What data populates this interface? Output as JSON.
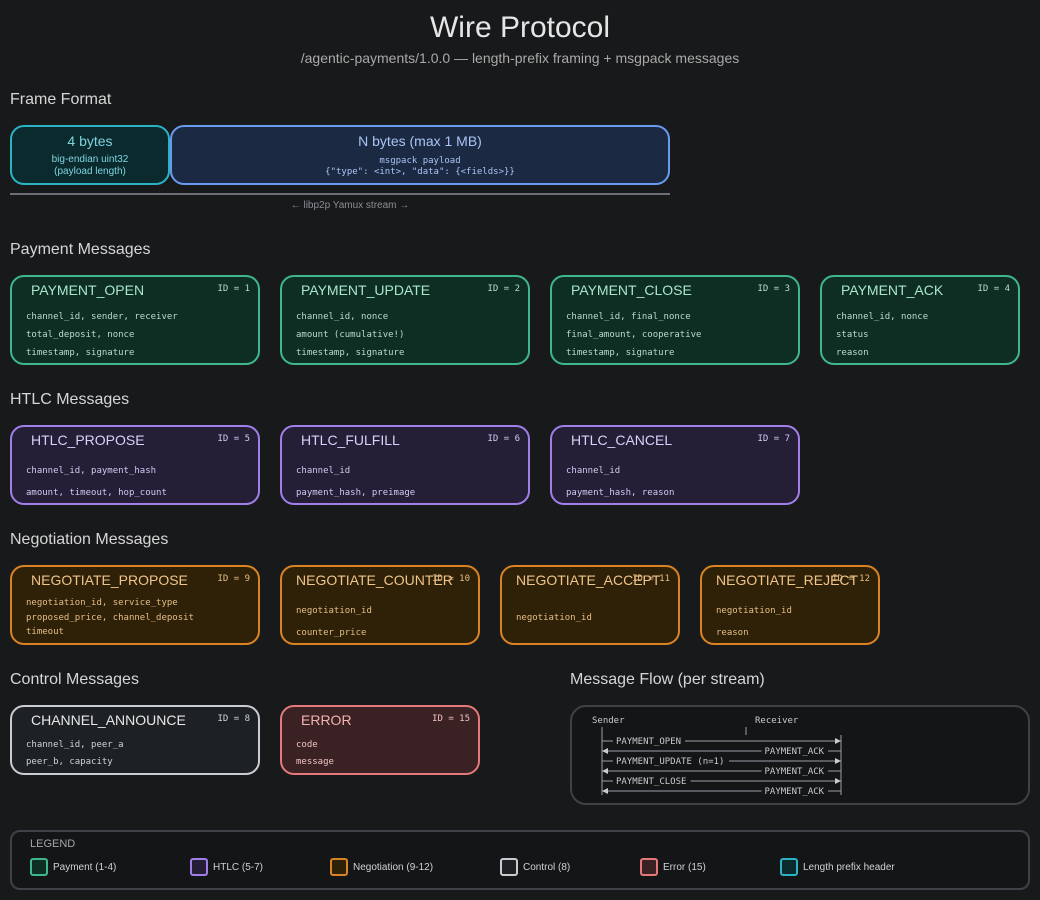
{
  "header": {
    "title": "Wire Protocol",
    "subtitle": "/agentic-payments/1.0.0 — length-prefix framing + msgpack messages"
  },
  "frame": {
    "section_title": "Frame Format",
    "length_prefix": {
      "title": "4 bytes",
      "line1": "big-endian uint32",
      "line2": "(payload length)"
    },
    "payload": {
      "title": "N bytes (max 1 MB)",
      "line1": "msgpack payload",
      "line2": "{\"type\": <int>, \"data\": {<fields>}}"
    },
    "stream_label": "← libp2p Yamux stream →"
  },
  "payment": {
    "section_title": "Payment Messages",
    "cards": [
      {
        "name": "PAYMENT_OPEN",
        "id": "ID = 1",
        "fields": [
          "channel_id, sender, receiver",
          "total_deposit, nonce",
          "timestamp, signature"
        ]
      },
      {
        "name": "PAYMENT_UPDATE",
        "id": "ID = 2",
        "fields": [
          "channel_id, nonce",
          "amount (cumulative!)",
          "timestamp, signature"
        ]
      },
      {
        "name": "PAYMENT_CLOSE",
        "id": "ID = 3",
        "fields": [
          "channel_id, final_nonce",
          "final_amount, cooperative",
          "timestamp, signature"
        ]
      },
      {
        "name": "PAYMENT_ACK",
        "id": "ID = 4",
        "fields": [
          "channel_id, nonce",
          "status",
          "reason"
        ]
      }
    ]
  },
  "htlc": {
    "section_title": "HTLC Messages",
    "cards": [
      {
        "name": "HTLC_PROPOSE",
        "id": "ID = 5",
        "fields": [
          "channel_id, payment_hash",
          "amount, timeout, hop_count"
        ]
      },
      {
        "name": "HTLC_FULFILL",
        "id": "ID = 6",
        "fields": [
          "channel_id",
          "payment_hash, preimage"
        ]
      },
      {
        "name": "HTLC_CANCEL",
        "id": "ID = 7",
        "fields": [
          "channel_id",
          "payment_hash, reason"
        ]
      }
    ]
  },
  "negotiation": {
    "section_title": "Negotiation Messages",
    "cards": [
      {
        "name": "NEGOTIATE_PROPOSE",
        "id": "ID = 9",
        "fields": [
          "negotiation_id, service_type",
          "proposed_price, channel_deposit",
          "timeout"
        ]
      },
      {
        "name": "NEGOTIATE_COUNTER",
        "id": "ID = 10",
        "fields": [
          "negotiation_id",
          "counter_price"
        ]
      },
      {
        "name": "NEGOTIATE_ACCEPT",
        "id": "ID = 11",
        "fields": [
          "negotiation_id"
        ]
      },
      {
        "name": "NEGOTIATE_REJECT",
        "id": "ID = 12",
        "fields": [
          "negotiation_id",
          "reason"
        ]
      }
    ]
  },
  "control": {
    "section_title": "Control Messages",
    "cards": [
      {
        "name": "CHANNEL_ANNOUNCE",
        "id": "ID = 8",
        "fields": [
          "channel_id, peer_a",
          "peer_b, capacity"
        ]
      },
      {
        "name": "ERROR",
        "id": "ID = 15",
        "fields": [
          "code",
          "message"
        ]
      }
    ]
  },
  "flow": {
    "section_title": "Message Flow (per stream)",
    "sender": "Sender",
    "receiver": "Receiver",
    "messages": [
      {
        "label": "PAYMENT_OPEN",
        "direction": "right"
      },
      {
        "label": "PAYMENT_ACK",
        "direction": "left"
      },
      {
        "label": "PAYMENT_UPDATE (n=1)",
        "direction": "right"
      },
      {
        "label": "PAYMENT_ACK",
        "direction": "left"
      },
      {
        "label": "PAYMENT_CLOSE",
        "direction": "right"
      },
      {
        "label": "PAYMENT_ACK",
        "direction": "left"
      }
    ]
  },
  "legend": {
    "title": "LEGEND",
    "items": [
      {
        "label": "Payment (1-4)",
        "color": "#3fb68e"
      },
      {
        "label": "HTLC (5-7)",
        "color": "#a07fe8"
      },
      {
        "label": "Negotiation (9-12)",
        "color": "#d98324"
      },
      {
        "label": "Control (8)",
        "color": "#c8ccd2"
      },
      {
        "label": "Error (15)",
        "color": "#e5797a"
      },
      {
        "label": "Length prefix header",
        "color": "#2bb3c4"
      }
    ]
  }
}
